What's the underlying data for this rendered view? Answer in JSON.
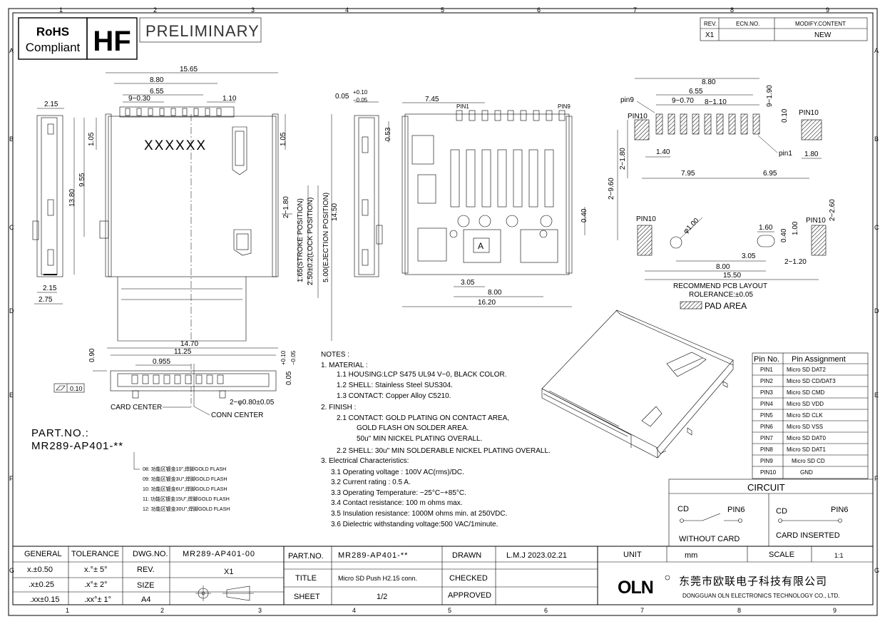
{
  "zone_cols": [
    "1",
    "2",
    "3",
    "4",
    "5",
    "6",
    "7",
    "8",
    "9"
  ],
  "zone_rows": [
    "A",
    "B",
    "C",
    "D",
    "E",
    "F",
    "G"
  ],
  "badges": {
    "rohs_line1": "RoHS",
    "rohs_line2": "Compliant",
    "hf": "HF",
    "status": "PRELIMINARY"
  },
  "revision": {
    "rev_header": "REV.",
    "ecn_header": "ECN.NO.",
    "content_header": "MODIFY.CONTENT",
    "rev": "X1",
    "ecn": "",
    "content": "NEW"
  },
  "side_view": {
    "d_2_15_top": "2.15",
    "d_2_15_bot": "2.15",
    "d_2_75": "2.75"
  },
  "top_view": {
    "d_15_65": "15.65",
    "d_8_80": "8.80",
    "d_6_55": "6.55",
    "d_9x030": "9−0.30",
    "d_1_10": "1.10",
    "d_1_05_a": "1.05",
    "d_9_55": "9.55",
    "d_13_80": "13.80",
    "d_1_05_b": "1.05",
    "marking": "XXXXXX",
    "d_2_180": "2−1.80",
    "d_stroke": "1.65(STROKE POSITION)",
    "d_lock": "2.50±0.2(LOCK POSITION)",
    "d_eject": "5.00(EJECTION POSITION)",
    "d_14_50": "14.50",
    "d_14_70": "14.70"
  },
  "right_side_view": {
    "d_tol": "0.05",
    "d_tol_plus": "+0.10",
    "d_tol_minus": "−0.05",
    "d_0_53": "0.53"
  },
  "bottom_view": {
    "d_7_45": "7.45",
    "pin1": "PIN1",
    "pin9": "PIN9",
    "mark_a": "A",
    "d_0_40": "0.40",
    "d_3_05": "3.05",
    "d_8_00": "8.00",
    "d_16_20": "16.20"
  },
  "front_view": {
    "d_0_90": "0.90",
    "d_11_25": "11.25",
    "d_0_955": "0.955",
    "d_tol": "0.05",
    "d_tol_plus": "+0.10",
    "d_tol_minus": "−0.05",
    "flat": "0.10",
    "holes": "2−φ0.80±0.05",
    "card_center": "CARD CENTER",
    "conn_center": "CONN CENTER"
  },
  "pcb_layout": {
    "d_8_80": "8.80",
    "d_6_55": "6.55",
    "d_9_190": "9−1.90",
    "pin9": "pin9",
    "d_9_070": "9−0.70",
    "d_8_110": "8−1.10",
    "pin10_l": "PIN10",
    "pin10_r": "PIN10",
    "d_0_10": "0.10",
    "d_2_180": "2−1.80",
    "d_1_40": "1.40",
    "pin1": "pin1",
    "d_1_80": "1.80",
    "d_7_95": "7.95",
    "d_6_95": "6.95",
    "d_2_960": "2−9.60",
    "pin10_bl": "PIN10",
    "pin10_br": "PIN10",
    "d_2_260": "2−2.60",
    "d_phi": "φ1.00",
    "d_1_60": "1.60",
    "d_0_40": "0.40",
    "d_1_00": "1.00",
    "d_3_05": "3.05",
    "d_2_120": "2−1.20",
    "d_8_00": "8.00",
    "d_15_50": "15.50",
    "caption1": "RECOMMEND PCB LAYOUT",
    "caption2": "ROLERANCE:±0.05",
    "pad_legend": "PAD AREA"
  },
  "part": {
    "label": "PART.NO.:",
    "number": "MR289-AP401-**",
    "options": [
      "08: 功能区镀金10\",焊脚GOLD FLASH",
      "09: 功能区镀金3U\",焊脚GOLD FLASH",
      "10: 功能区镀金6U\",焊脚GOLD FLASH",
      "11: 功能区镀金15U\",焊脚GOLD FLASH",
      "12: 功能区镀金30U\",焊脚GOLD FLASH"
    ]
  },
  "notes": {
    "title": "NOTES :",
    "lines": [
      "1. MATERIAL :",
      "1.1 HOUSING:LCP S475 UL94 V−0, BLACK COLOR.",
      "1.2 SHELL: Stainless Steel SUS304.",
      "1.3 CONTACT: Copper Alloy C5210.",
      "2. FINISH :",
      "2.1 CONTACT: GOLD PLATING ON CONTACT AREA,",
      "GOLD FLASH ON SOLDER AREA.",
      "50u\" MIN NICKEL PLATING OVERALL.",
      "2.2 SHELL: 30u\" MIN SOLDERABLE NICKEL PLATING OVERALL.",
      "3. Electrical Characteristics:",
      "3.1 Operating voltage : 100V AC(rms)/DC.",
      "3.2 Current rating : 0.5 A.",
      "3.3 Operating Temperature: −25°C~+85°C.",
      "3.4 Contact resistance: 100 m ohms max.",
      "3.5 Insulation resistance: 1000M ohms min. at 250VDC.",
      "3.6 Dielectric withstanding voltage:500 VAC/1minute."
    ]
  },
  "pin_table": {
    "headers": [
      "Pin No.",
      "Pin Assignment"
    ],
    "rows": [
      [
        "PIN1",
        "Micro SD DAT2"
      ],
      [
        "PIN2",
        "Micro SD CD/DAT3"
      ],
      [
        "PIN3",
        "Micro SD CMD"
      ],
      [
        "PIN4",
        "Micro SD VDD"
      ],
      [
        "PIN5",
        "Micro SD CLK"
      ],
      [
        "PIN6",
        "Micro SD VSS"
      ],
      [
        "PIN7",
        "Micro SD DAT0"
      ],
      [
        "PIN8",
        "Micro SD DAT1"
      ],
      [
        "PIN9",
        "Micro SD CD"
      ],
      [
        "PIN10",
        "GND"
      ]
    ]
  },
  "circuit": {
    "title": "CIRCUIT",
    "without": {
      "cd": "CD",
      "pin6": "PIN6",
      "label": "WITHOUT CARD"
    },
    "inserted": {
      "cd": "CD",
      "pin6": "PIN6",
      "label": "CARD INSERTED"
    }
  },
  "title_block": {
    "general": "GENERAL",
    "tolerance": "TOLERANCE",
    "dwg_no_label": "DWG.NO.",
    "dwg_no": "MR289-AP401-00",
    "tol_rows": [
      [
        "x.±0.50",
        "x.°± 5°"
      ],
      [
        ".x±0.25",
        ".x°± 2°"
      ],
      [
        ".xx±0.15",
        ".xx°± 1°"
      ]
    ],
    "rev_label": "REV.",
    "rev": "X1",
    "size_label": "SIZE",
    "size": "A4",
    "part_label": "PART.NO.",
    "part": "MR289-AP401-**",
    "title_label": "TITLE",
    "title": "Micro SD Push H2.15 conn.",
    "sheet_label": "SHEET",
    "sheet": "1/2",
    "drawn_label": "DRAWN",
    "drawn": "L.M.J  2023.02.21",
    "checked_label": "CHECKED",
    "approved_label": "APPROVED",
    "unit_label": "UNIT",
    "unit": "mm",
    "scale_label": "SCALE",
    "scale": "1:1",
    "logo": "OLN",
    "company_cn": "东莞市欧联电子科技有限公司",
    "company_en": "DONGGUAN OLN ELECTRONICS TECHNOLOGY CO., LTD."
  }
}
